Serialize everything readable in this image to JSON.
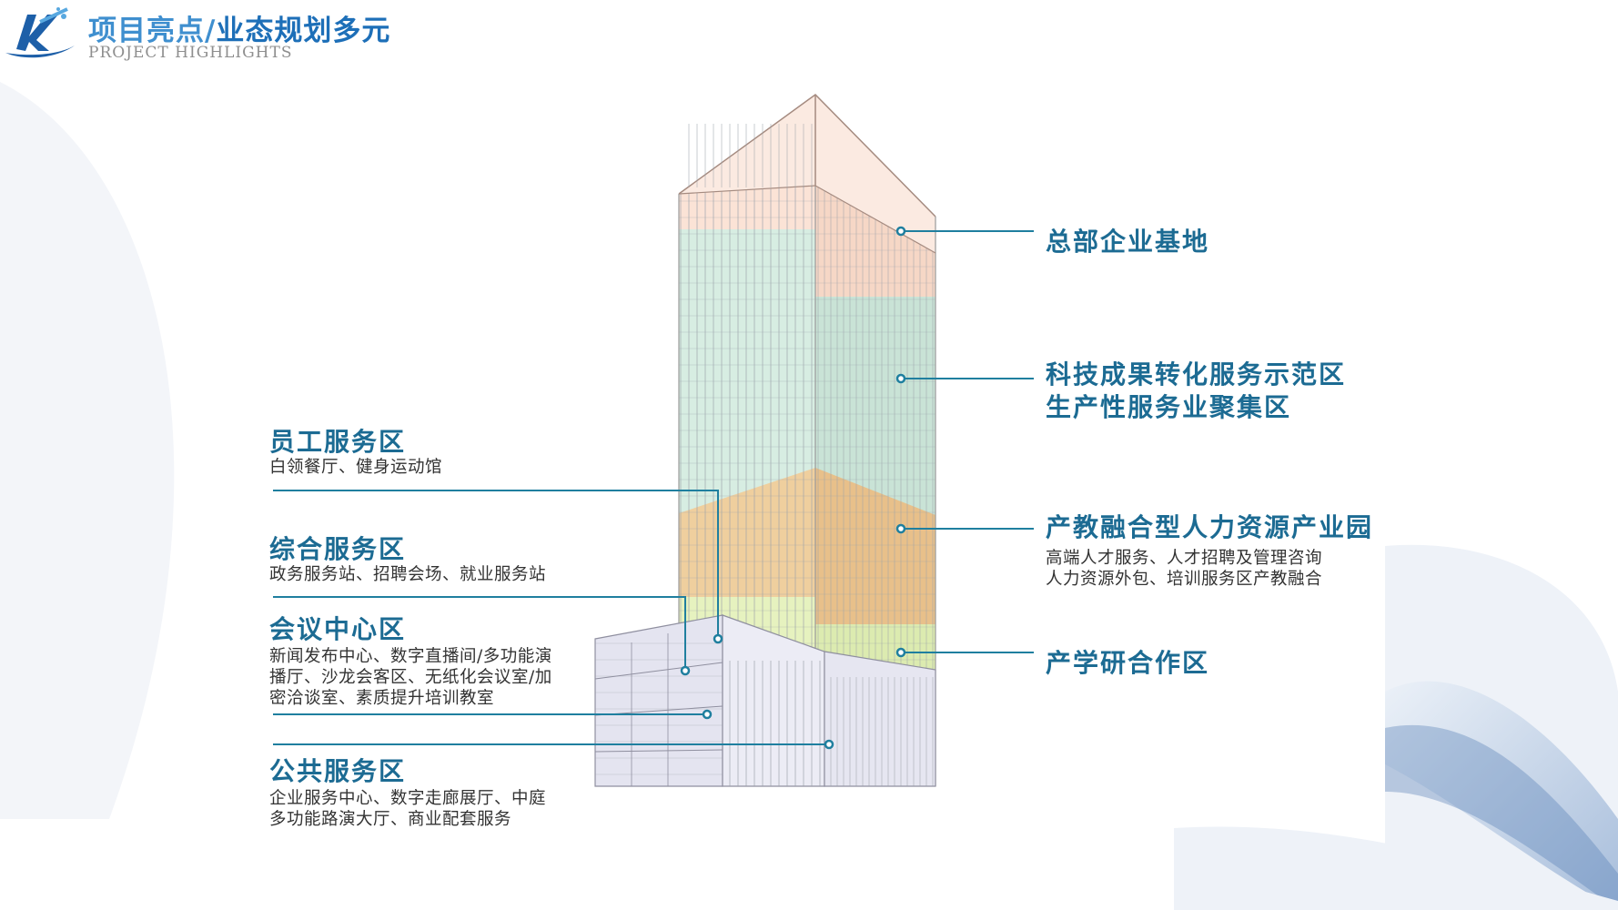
{
  "header": {
    "title_main": "项目亮点/",
    "title_highlight": "业态规划多元",
    "subtitle": "PROJECT HIGHLIGHTS"
  },
  "zones_right": [
    {
      "title": "总部企业基地"
    },
    {
      "title_line1": "科技成果转化服务示范区",
      "title_line2": "生产性服务业聚集区"
    },
    {
      "title": "产教融合型人力资源产业园",
      "desc_line1": "高端人才服务、人才招聘及管理咨询",
      "desc_line2": "人力资源外包、培训服务区产教融合"
    },
    {
      "title": "产学研合作区"
    }
  ],
  "zones_left": [
    {
      "title": "员工服务区",
      "desc_line1": "白领餐厅、健身运动馆"
    },
    {
      "title": "综合服务区",
      "desc_line1": "政务服务站、招聘会场、就业服务站"
    },
    {
      "title": "会议中心区",
      "desc_line1": "新闻发布中心、数字直播间/多功能演",
      "desc_line2": "播厅、沙龙会客区、无纸化会议室/加",
      "desc_line3": "密洽谈室、素质提升培训教室"
    },
    {
      "title": "公共服务区",
      "desc_line1": "企业服务中心、数字走廊展厅、中庭",
      "desc_line2": "多功能路演大厅、商业配套服务"
    }
  ],
  "colors": {
    "title": "#3f8fcf",
    "title_highlight": "#1d6fb8",
    "zone_title": "#1c6b93",
    "leader_line": "#1f7f9f",
    "hq_zone": "#fbe3d6",
    "tech_zone": "#d7ede2",
    "hr_zone": "#efcf9e",
    "research_zone": "#e6f2bf",
    "podium": "#e6e6f2"
  },
  "icons": {
    "logo": "company-logo"
  }
}
